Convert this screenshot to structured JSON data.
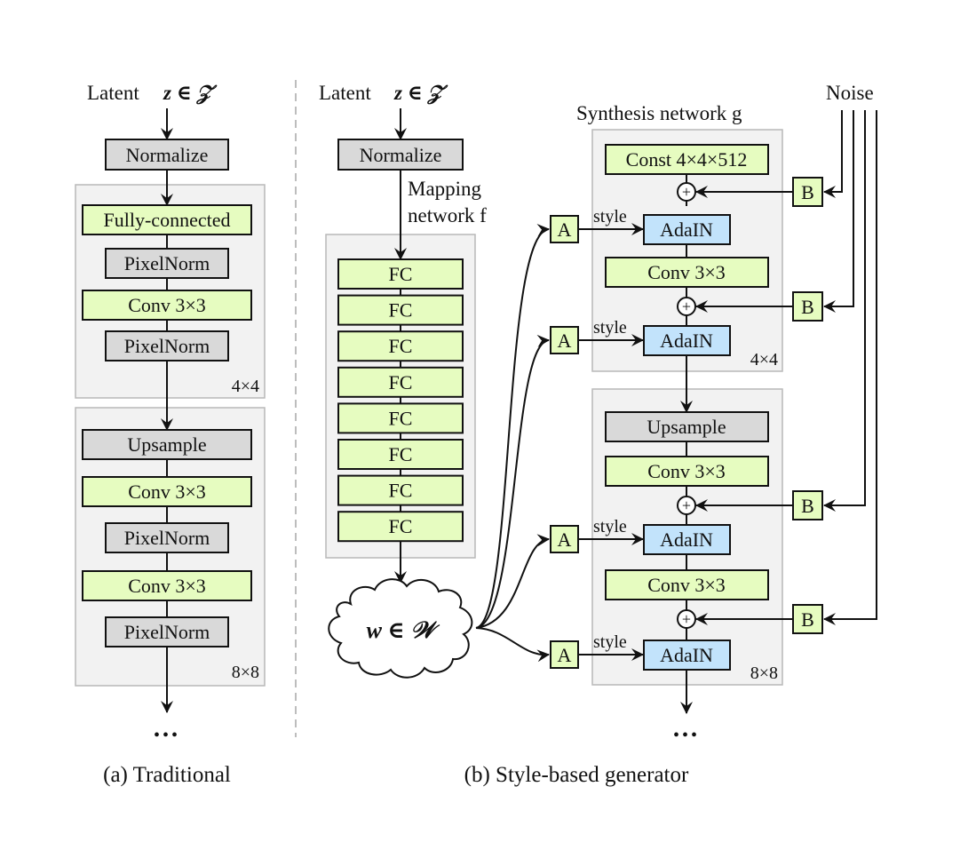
{
  "colors": {
    "green_block": "#e6fcc0",
    "gray_block": "#d9d9d9",
    "blue_block": "#c2e3fb",
    "group_bg": "#f2f2f2",
    "group_border": "#b8b8b8",
    "stroke": "#111111",
    "divider": "#bdbdbd"
  },
  "traditional": {
    "input_label": "Latent",
    "input_math": "z ∈ 𝒵",
    "normalize": "Normalize",
    "group_4x4": {
      "blocks": [
        "Fully-connected",
        "PixelNorm",
        "Conv 3×3",
        "PixelNorm"
      ],
      "resolution": "4×4"
    },
    "group_8x8": {
      "blocks": [
        "Upsample",
        "Conv 3×3",
        "PixelNorm",
        "Conv 3×3",
        "PixelNorm"
      ],
      "resolution": "8×8"
    },
    "ellipsis": "•••",
    "caption": "(a) Traditional"
  },
  "style_based": {
    "input_label": "Latent",
    "input_math": "z ∈ 𝒵",
    "normalize": "Normalize",
    "mapping_label_line1": "Mapping",
    "mapping_label_line2": "network f",
    "fc_blocks": [
      "FC",
      "FC",
      "FC",
      "FC",
      "FC",
      "FC",
      "FC",
      "FC"
    ],
    "w_label": "w ∈ 𝒲",
    "synthesis_label": "Synthesis network g",
    "noise_label": "Noise",
    "affine_label": "A",
    "noise_scale_label": "B",
    "style_label": "style",
    "add_symbol": "+",
    "group_4x4": {
      "const": "Const 4×4×512",
      "adain": "AdaIN",
      "conv": "Conv 3×3",
      "resolution": "4×4"
    },
    "group_8x8": {
      "upsample": "Upsample",
      "conv": "Conv 3×3",
      "adain": "AdaIN",
      "resolution": "8×8"
    },
    "ellipsis": "•••",
    "caption": "(b) Style-based generator"
  }
}
